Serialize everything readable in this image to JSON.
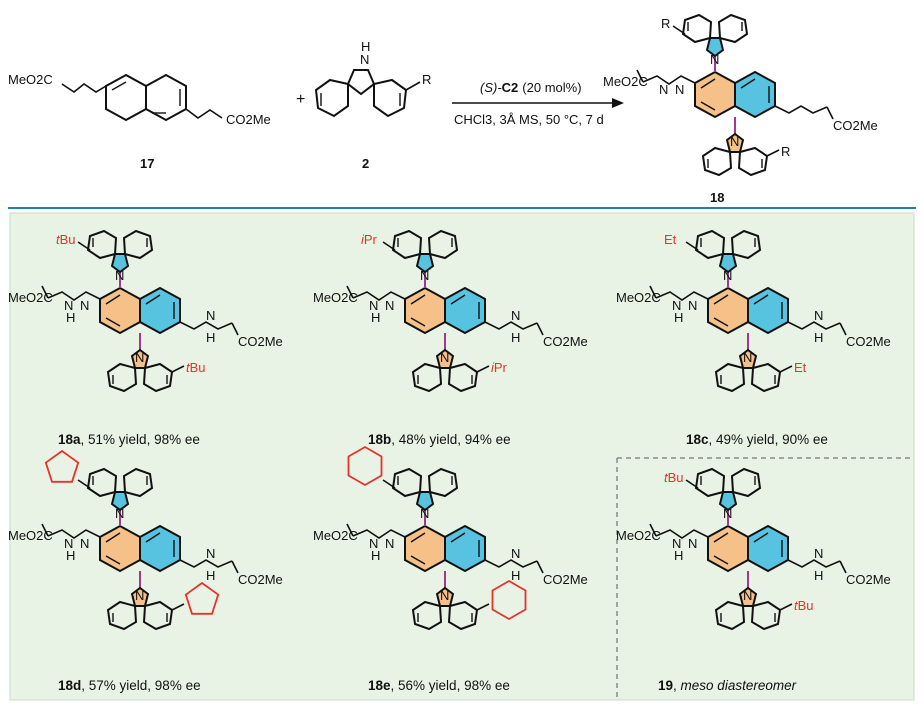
{
  "colors": {
    "panel_bg": "#e8f3e6",
    "divider": "#1f7fb0",
    "dashed": "#8a8a8a",
    "orange_ring": "#f6c089",
    "blue_ring": "#58c3e0",
    "magenta_bond": "#9b3a8f",
    "red_substituent": "#e8322a",
    "ink": "#111111"
  },
  "scheme": {
    "reactant1": {
      "label": "17",
      "left_group": "MeO2C",
      "right_group": "CO2Me"
    },
    "plus": "+",
    "reactant2": {
      "label": "2",
      "nh": "N",
      "h": "H",
      "r": "R"
    },
    "arrow": {
      "catalyst_prefix": "(S)-",
      "catalyst": "C2",
      "catalyst_loading": "(20 mol%)",
      "conditions": "CHCl3, 3Å MS, 50 °C, 7 d"
    },
    "product": {
      "label": "18",
      "r_top": "R",
      "r_bottom": "R"
    }
  },
  "products": [
    {
      "id": "18a",
      "sub_top": "tBu",
      "sub_bottom": "tBu",
      "sub_kind": "text",
      "yield": "51% yield",
      "ee": "98% ee"
    },
    {
      "id": "18b",
      "sub_top": "iPr",
      "sub_bottom": "iPr",
      "sub_kind": "text",
      "yield": "48% yield",
      "ee": "94% ee"
    },
    {
      "id": "18c",
      "sub_top": "Et",
      "sub_bottom": "Et",
      "sub_kind": "text",
      "yield": "49% yield",
      "ee": "90% ee"
    },
    {
      "id": "18d",
      "sub_top": "",
      "sub_bottom": "",
      "sub_kind": "cyclopentyl",
      "yield": "57% yield",
      "ee": "98% ee"
    },
    {
      "id": "18e",
      "sub_top": "",
      "sub_bottom": "",
      "sub_kind": "cyclohexyl",
      "yield": "56% yield",
      "ee": "98% ee"
    },
    {
      "id": "19",
      "sub_top": "tBu",
      "sub_bottom": "tBu",
      "sub_kind": "text",
      "note": "meso diastereomer"
    }
  ],
  "common": {
    "left_ester": "MeO2C",
    "right_ester": "CO2Me",
    "n": "N",
    "h": "H"
  }
}
